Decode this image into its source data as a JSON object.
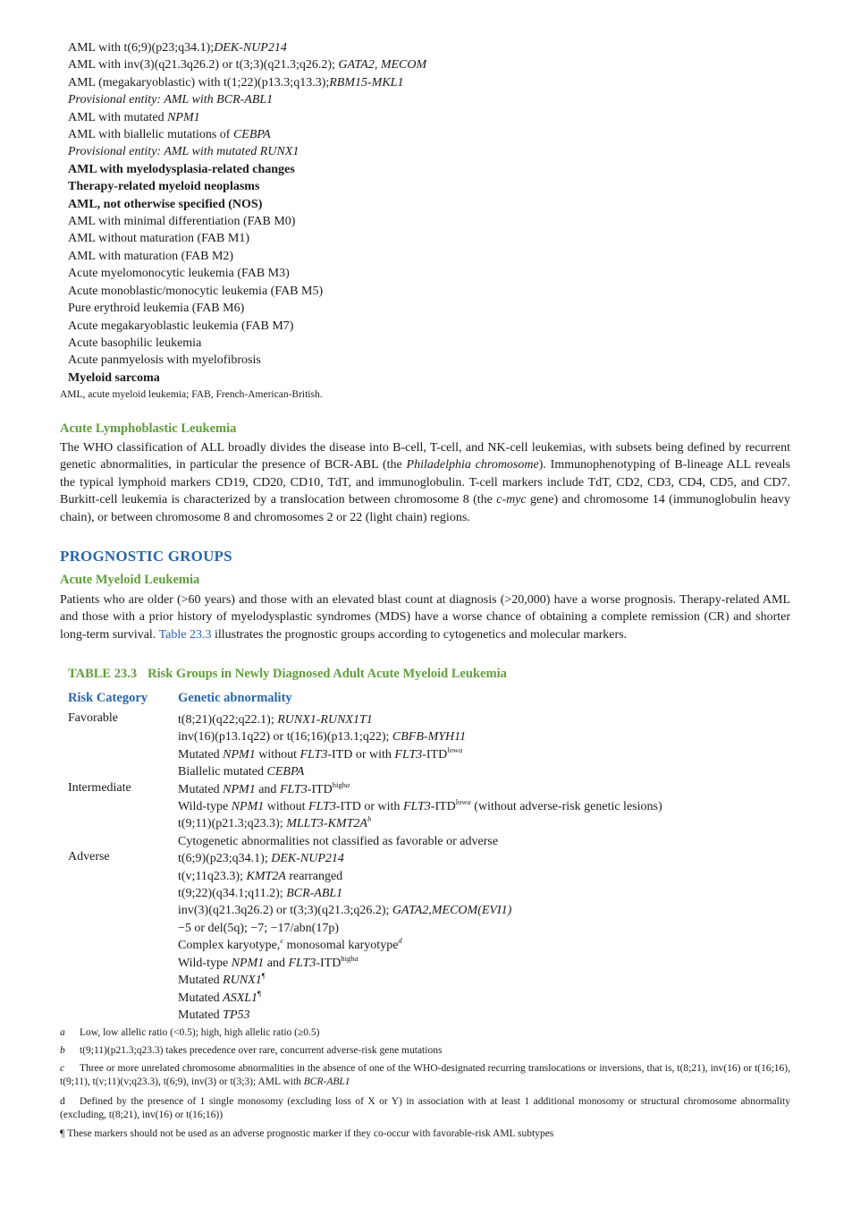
{
  "classification_list": [
    {
      "style": "normal",
      "segments": [
        {
          "t": "AML with t(6;9)(p23;q34.1);"
        },
        {
          "t": "DEK-NUP214",
          "i": true
        }
      ]
    },
    {
      "style": "normal",
      "segments": [
        {
          "t": "AML with inv(3)(q21.3q26.2) or t(3;3)(q21.3;q26.2); "
        },
        {
          "t": "GATA2, MECOM",
          "i": true
        }
      ]
    },
    {
      "style": "normal",
      "segments": [
        {
          "t": "AML (megakaryoblastic) with t(1;22)(p13.3;q13.3);"
        },
        {
          "t": "RBM15-MKL1",
          "i": true
        }
      ]
    },
    {
      "style": "italic",
      "segments": [
        {
          "t": "Provisional entity: AML with BCR-ABL1"
        }
      ]
    },
    {
      "style": "normal",
      "segments": [
        {
          "t": "AML with mutated "
        },
        {
          "t": "NPM1",
          "i": true
        }
      ]
    },
    {
      "style": "normal",
      "segments": [
        {
          "t": "AML with biallelic mutations of "
        },
        {
          "t": "CEBPA",
          "i": true
        }
      ]
    },
    {
      "style": "italic",
      "segments": [
        {
          "t": "Provisional entity: AML with mutated RUNX1"
        }
      ]
    },
    {
      "style": "bold",
      "segments": [
        {
          "t": "AML with myelodysplasia-related changes"
        }
      ]
    },
    {
      "style": "bold",
      "segments": [
        {
          "t": "Therapy-related myeloid neoplasms"
        }
      ]
    },
    {
      "style": "bold",
      "segments": [
        {
          "t": "AML, not otherwise specified (NOS)"
        }
      ]
    },
    {
      "style": "normal",
      "segments": [
        {
          "t": "AML with minimal differentiation (FAB M0)"
        }
      ]
    },
    {
      "style": "normal",
      "segments": [
        {
          "t": "AML without maturation (FAB M1)"
        }
      ]
    },
    {
      "style": "normal",
      "segments": [
        {
          "t": "AML with maturation (FAB M2)"
        }
      ]
    },
    {
      "style": "normal",
      "segments": [
        {
          "t": "Acute myelomonocytic leukemia (FAB M3)"
        }
      ]
    },
    {
      "style": "normal",
      "segments": [
        {
          "t": "Acute monoblastic/monocytic leukemia (FAB M5)"
        }
      ]
    },
    {
      "style": "normal",
      "segments": [
        {
          "t": "Pure erythroid leukemia (FAB M6)"
        }
      ]
    },
    {
      "style": "normal",
      "segments": [
        {
          "t": "Acute megakaryoblastic leukemia (FAB M7)"
        }
      ]
    },
    {
      "style": "normal",
      "segments": [
        {
          "t": "Acute basophilic leukemia"
        }
      ]
    },
    {
      "style": "normal",
      "segments": [
        {
          "t": "Acute panmyelosis with myelofibrosis"
        }
      ]
    },
    {
      "style": "bold",
      "segments": [
        {
          "t": "Myeloid sarcoma"
        }
      ]
    }
  ],
  "list_note": "AML, acute myeloid leukemia; FAB, French-American-British.",
  "all_section": {
    "heading": "Acute Lymphoblastic Leukemia",
    "paragraph": [
      {
        "t": "The WHO classification of ALL broadly divides the disease into B-cell, T-cell, and NK-cell leukemias, with subsets being defined by recurrent genetic abnormalities, in particular the presence of BCR-ABL (the "
      },
      {
        "t": "Philadelphia chromosome",
        "i": true
      },
      {
        "t": "). Immunophenotyping of B-lineage ALL reveals the typical lymphoid markers CD19, CD20, CD10, TdT, and immunoglobulin. T-cell markers include TdT, CD2, CD3, CD4, CD5, and CD7. Burkitt-cell leukemia is characterized by a translocation between chromosome 8 (the "
      },
      {
        "t": "c-myc",
        "i": true
      },
      {
        "t": " gene) and chromosome 14 (immunoglobulin heavy chain), or between chromosome 8 and chromosomes 2 or 22 (light chain) regions."
      }
    ]
  },
  "prognostic_section": {
    "heading": "PROGNOSTIC GROUPS",
    "subheading": "Acute Myeloid Leukemia",
    "paragraph": [
      {
        "t": "Patients who are older (>60 years) and those with an elevated blast count at diagnosis (>20,000) have a worse prognosis. Therapy-related AML and those with a prior history of myelodysplastic syndromes (MDS) have a worse chance of obtaining a complete remission (CR) and shorter long-term survival. "
      },
      {
        "t": "Table 23.3",
        "link": true
      },
      {
        "t": " illustrates the prognostic groups according to cytogenetics and molecular markers."
      }
    ]
  },
  "table": {
    "number": "TABLE 23.3",
    "title": "Risk Groups in Newly Diagnosed Adult Acute Myeloid Leukemia",
    "col_headers": [
      "Risk Category",
      "Genetic abnormality"
    ],
    "rows": [
      {
        "category": "Favorable",
        "lines": [
          [
            {
              "t": "t(8;21)(q22;q22.1); "
            },
            {
              "t": "RUNX1-RUNX1T1",
              "i": true
            }
          ],
          [
            {
              "t": "inv(16)(p13.1q22) or t(16;16)(p13.1;q22); "
            },
            {
              "t": "CBFB-MYH11",
              "i": true
            }
          ],
          [
            {
              "t": "Mutated "
            },
            {
              "t": "NPM1",
              "i": true
            },
            {
              "t": " without "
            },
            {
              "t": "FLT3",
              "i": true
            },
            {
              "t": "-ITD or with "
            },
            {
              "t": "FLT3",
              "i": true
            },
            {
              "t": "-ITD"
            },
            {
              "t": "low",
              "sup": true
            },
            {
              "t": "a",
              "sup": true,
              "i": true
            }
          ],
          [
            {
              "t": "Biallelic mutated "
            },
            {
              "t": "CEBPA",
              "i": true
            }
          ]
        ]
      },
      {
        "category": "Intermediate",
        "lines": [
          [
            {
              "t": "Mutated "
            },
            {
              "t": "NPM1",
              "i": true
            },
            {
              "t": " and "
            },
            {
              "t": "FLT3",
              "i": true
            },
            {
              "t": "-ITD"
            },
            {
              "t": "high",
              "sup": true
            },
            {
              "t": "a",
              "sup": true,
              "i": true
            }
          ],
          [
            {
              "t": "Wild-type "
            },
            {
              "t": "NPM1",
              "i": true
            },
            {
              "t": " without "
            },
            {
              "t": "FLT3",
              "i": true
            },
            {
              "t": "-ITD or with "
            },
            {
              "t": "FLT3",
              "i": true
            },
            {
              "t": "-ITD"
            },
            {
              "t": "low",
              "sup": true
            },
            {
              "t": "a",
              "sup": true,
              "i": true
            },
            {
              "t": " (without adverse-risk genetic lesions)"
            }
          ],
          [
            {
              "t": "t(9;11)(p21.3;q23.3); "
            },
            {
              "t": "MLLT3-KMT2A",
              "i": true
            },
            {
              "t": "b",
              "sup": true,
              "i": true
            }
          ],
          [
            {
              "t": "Cytogenetic abnormalities not classified as favorable or adverse"
            }
          ]
        ]
      },
      {
        "category": "Adverse",
        "lines": [
          [
            {
              "t": "t(6;9)(p23;q34.1); "
            },
            {
              "t": "DEK-NUP214",
              "i": true
            }
          ],
          [
            {
              "t": "t(v;11q23.3); "
            },
            {
              "t": "KMT2A",
              "i": true
            },
            {
              "t": " rearranged"
            }
          ],
          [
            {
              "t": "t(9;22)(q34.1;q11.2); "
            },
            {
              "t": "BCR-ABL1",
              "i": true
            }
          ],
          [
            {
              "t": "inv(3)(q21.3q26.2) or t(3;3)(q21.3;q26.2); "
            },
            {
              "t": "GATA2,MECOM(EVI1)",
              "i": true
            }
          ],
          [
            {
              "t": "−5 or del(5q); −7; −17/abn(17p)"
            }
          ],
          [
            {
              "t": "Complex karyotype,"
            },
            {
              "t": "c",
              "sup": true,
              "i": true
            },
            {
              "t": " monosomal karyotype"
            },
            {
              "t": "d",
              "sup": true,
              "i": true
            }
          ],
          [
            {
              "t": "Wild-type "
            },
            {
              "t": "NPM1",
              "i": true
            },
            {
              "t": " and "
            },
            {
              "t": "FLT3",
              "i": true
            },
            {
              "t": "-ITD"
            },
            {
              "t": "high",
              "sup": true
            },
            {
              "t": "a",
              "sup": true,
              "i": true
            }
          ],
          [
            {
              "t": "Mutated "
            },
            {
              "t": "RUNX1",
              "i": true
            },
            {
              "t": "¶",
              "sup": true
            }
          ],
          [
            {
              "t": "Mutated "
            },
            {
              "t": "ASXL1",
              "i": true
            },
            {
              "t": "¶",
              "sup": true
            }
          ],
          [
            {
              "t": "Mutated "
            },
            {
              "t": "TP53",
              "i": true
            }
          ]
        ]
      }
    ]
  },
  "footnotes": [
    {
      "mark": "a",
      "segments": [
        {
          "t": "Low, low allelic ratio (<0.5); high, high allelic ratio (≥0.5)"
        }
      ]
    },
    {
      "mark": "b",
      "segments": [
        {
          "t": "t(9;11)(p21.3;q23.3) takes precedence over rare, concurrent adverse-risk gene mutations"
        }
      ]
    },
    {
      "mark": "c",
      "segments": [
        {
          "t": "Three or more unrelated chromosome abnormalities in the absence of one of the WHO-designated recurring translocations or inversions, that is, t(8;21), inv(16) or t(16;16), t(9;11), t(v;11)(v;q23.3), t(6;9), inv(3) or t(3;3); AML with "
        },
        {
          "t": "BCR-ABL1",
          "i": true
        }
      ]
    },
    {
      "mark": "d",
      "segments": [
        {
          "t": "Defined by the presence of 1 single monosomy (excluding loss of X or Y) in association with at least 1 additional monosomy or structural chromosome abnormality (excluding, t(8;21), inv(16) or t(16;16))"
        }
      ]
    },
    {
      "mark": "¶",
      "segments": [
        {
          "t": "These markers should not be used as an adverse prognostic marker if they co-occur with favorable-risk AML subtypes"
        }
      ]
    }
  ]
}
